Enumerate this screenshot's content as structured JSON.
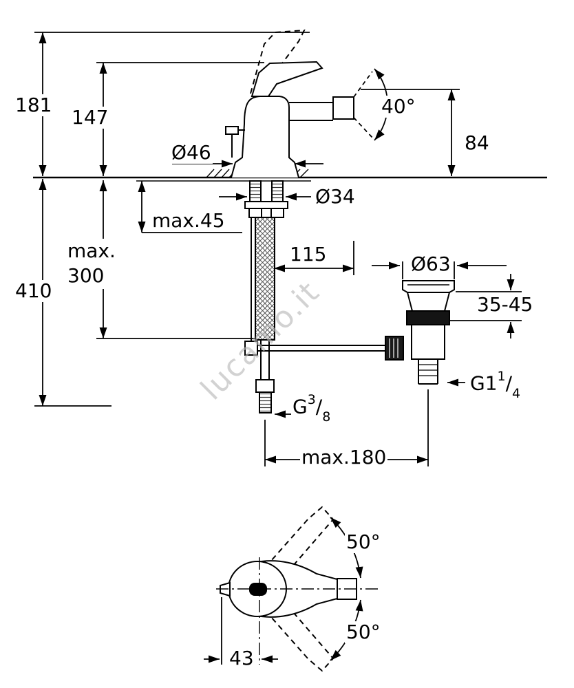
{
  "drawing": {
    "watermark": "lucamo.it",
    "colors": {
      "line": "#000000",
      "background": "#ffffff",
      "watermark": "#b7b7b7",
      "dark_fill": "#141414"
    },
    "side_view": {
      "height_overall": "181",
      "height_lever_top": "147",
      "depth_below_deck": "410",
      "hose_length_line1": "max.",
      "hose_length_line2": "300",
      "deck_thickness": "max.45",
      "base_diameter": "Ø46",
      "hole_diameter": "Ø34",
      "spout_projection": "115",
      "spout_height": "84",
      "lever_angle": "40°",
      "waste_flange_diameter": "Ø63",
      "waste_clamp_range": "35-45",
      "waste_thread": {
        "base": "G1",
        "sup": "1",
        "slash": "/",
        "sub": "4"
      },
      "supply_thread": {
        "base": "G",
        "sup": "3",
        "slash": "/",
        "sub": "8"
      },
      "center_distance": "max.180"
    },
    "top_view": {
      "swivel_angle_up": "50°",
      "swivel_angle_down": "50°",
      "spout_offset": "43"
    }
  }
}
